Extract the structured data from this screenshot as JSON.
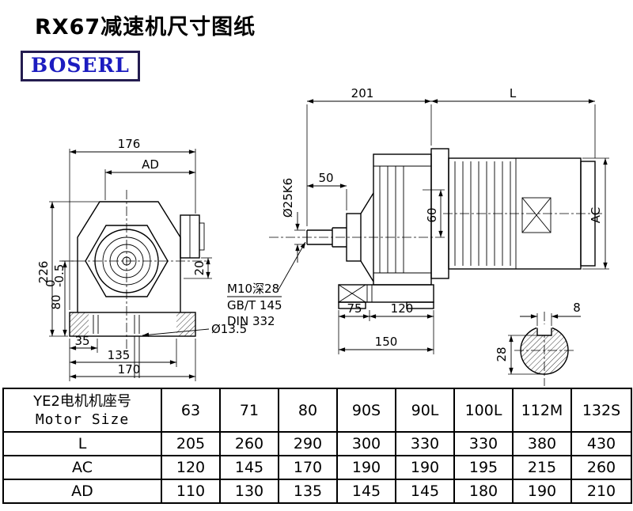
{
  "page": {
    "title": "RX67减速机尺寸图纸",
    "logo": "BOSERL"
  },
  "drawing": {
    "front_view": {
      "width_top": "176",
      "ad": "AD",
      "height": "226",
      "dim_80": "80",
      "tol_upper": "0",
      "tol_lower": "-0.5",
      "dim_35": "35",
      "dim_135": "135",
      "dim_170": "170",
      "dim_20": "20",
      "hole_dia": "Ø13.5"
    },
    "side_view": {
      "dim_201": "201",
      "motor_length": "L",
      "dim_50": "50",
      "shaft_dia": "Ø25K6",
      "dim_60": "60",
      "tap_line1": "M10深28",
      "tap_line2": "GB/T 145",
      "tap_line3": "DIN 332",
      "dim_75": "75",
      "dim_120": "120",
      "dim_150": "150",
      "motor_dia": "AC"
    },
    "shaft_section": {
      "key_width": "8",
      "dim_28": "28"
    }
  },
  "table": {
    "header": {
      "line1": "YE2电机机座号",
      "line2": "Motor Size"
    },
    "columns": [
      "63",
      "71",
      "80",
      "90S",
      "90L",
      "100L",
      "112M",
      "132S"
    ],
    "rows": [
      {
        "label": "L",
        "values": [
          "205",
          "260",
          "290",
          "300",
          "330",
          "330",
          "380",
          "430"
        ]
      },
      {
        "label": "AC",
        "values": [
          "120",
          "145",
          "170",
          "190",
          "190",
          "195",
          "215",
          "260"
        ]
      },
      {
        "label": "AD",
        "values": [
          "110",
          "130",
          "135",
          "145",
          "145",
          "180",
          "190",
          "210"
        ]
      }
    ]
  }
}
